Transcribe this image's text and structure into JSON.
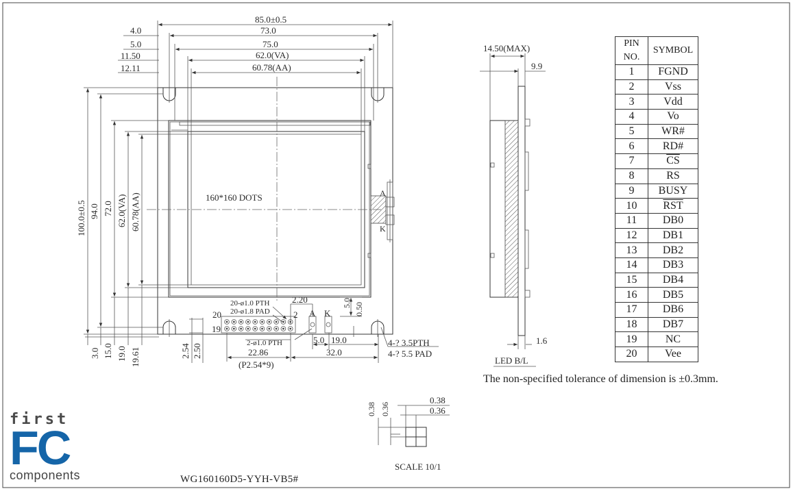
{
  "model": "WG160160D5-YYH-VB5#",
  "tolerance_note": "The non-specified tolerance of dimension is ±0.3mm.",
  "scale": "SCALE 10/1",
  "logo": {
    "line1": "first",
    "line2": "FC",
    "line3": "components",
    "color": "#1565a8"
  },
  "display": {
    "label": "160*160 DOTS"
  },
  "dims_top": {
    "d85": "85.0±0.5",
    "d73": "73.0",
    "d75": "75.0",
    "d62va": "62.0(VA)",
    "d6078aa": "60.78(AA)",
    "d40": "4.0",
    "d50": "5.0",
    "d1150": "11.50",
    "d1211": "12.11"
  },
  "dims_left": {
    "d100": "100.0±0.5",
    "d94": "94.0",
    "d72": "72.0",
    "d62va": "62.0(VA)",
    "d6078aa": "60.78(AA)",
    "d30": "3.0",
    "d150": "15.0",
    "d190": "19.0",
    "d1961": "19.61"
  },
  "dims_bottom": {
    "pth20": "20-ø1.0 PTH",
    "pad20": "20-ø1.8 PAD",
    "d220": "2.20",
    "d50v": "5.0",
    "d050": "0.50",
    "n20": "20",
    "n19": "19",
    "n2": "2",
    "nA": "A",
    "nK": "K",
    "pth2": "2-ø1.0 PTH",
    "d50h": "5.0",
    "d190h": "19.0",
    "d254": "2.54",
    "d250": "2.50",
    "d2286": "22.86",
    "d320": "32.0",
    "p254": "(P2.54*9)",
    "pth4": "4-? 3.5PTH",
    "pad4": "4-? 5.5 PAD"
  },
  "backlight": {
    "a": "A",
    "k": "K"
  },
  "side": {
    "d1450": "14.50(MAX)",
    "d99": "9.9",
    "d16": "1.6",
    "led": "LED B/L"
  },
  "detail": {
    "v038": "0.38",
    "v036": "0.36",
    "h038": "0.38",
    "h036": "0.36"
  },
  "pins": {
    "header": {
      "no": "PIN NO.",
      "symbol": "SYMBOL"
    },
    "rows": [
      {
        "no": "1",
        "symbol": "FGND"
      },
      {
        "no": "2",
        "symbol": "Vss"
      },
      {
        "no": "3",
        "symbol": "Vdd"
      },
      {
        "no": "4",
        "symbol": "Vo"
      },
      {
        "no": "5",
        "symbol": "WR#"
      },
      {
        "no": "6",
        "symbol": "RD#"
      },
      {
        "no": "7",
        "symbol": "CS"
      },
      {
        "no": "8",
        "symbol": "RS"
      },
      {
        "no": "9",
        "symbol": "BUSY"
      },
      {
        "no": "10",
        "symbol": "RST"
      },
      {
        "no": "11",
        "symbol": "DB0"
      },
      {
        "no": "12",
        "symbol": "DB1"
      },
      {
        "no": "13",
        "symbol": "DB2"
      },
      {
        "no": "14",
        "symbol": "DB3"
      },
      {
        "no": "15",
        "symbol": "DB4"
      },
      {
        "no": "16",
        "symbol": "DB5"
      },
      {
        "no": "17",
        "symbol": "DB6"
      },
      {
        "no": "18",
        "symbol": "DB7"
      },
      {
        "no": "19",
        "symbol": "NC"
      },
      {
        "no": "20",
        "symbol": "Vee"
      }
    ]
  }
}
